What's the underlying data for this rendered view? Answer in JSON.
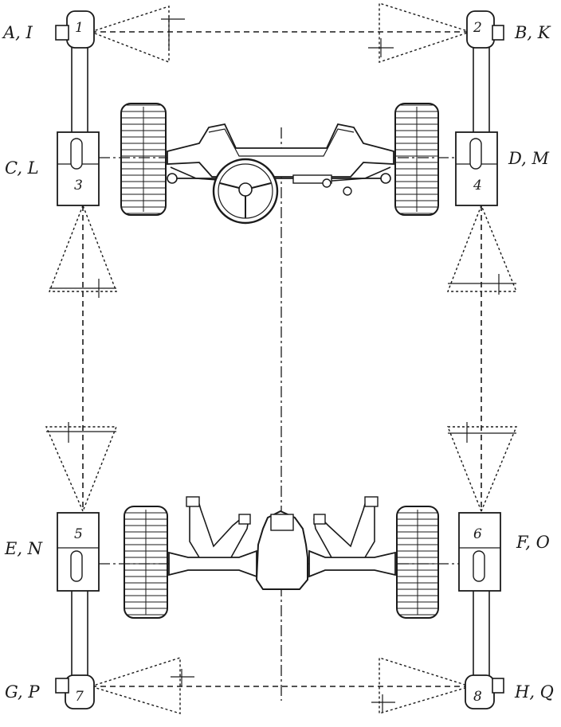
{
  "labels": {
    "top_left": "A, I",
    "top_right": "B, K",
    "upper_left": "C, L",
    "upper_right": "D, M",
    "lower_left": "E, N",
    "lower_right": "F, O",
    "bottom_left": "G, P",
    "bottom_right": "H, Q"
  },
  "units": {
    "u1": "1",
    "u2": "2",
    "u3": "3",
    "u4": "4",
    "u5": "5",
    "u6": "6",
    "u7": "7",
    "u8": "8"
  }
}
